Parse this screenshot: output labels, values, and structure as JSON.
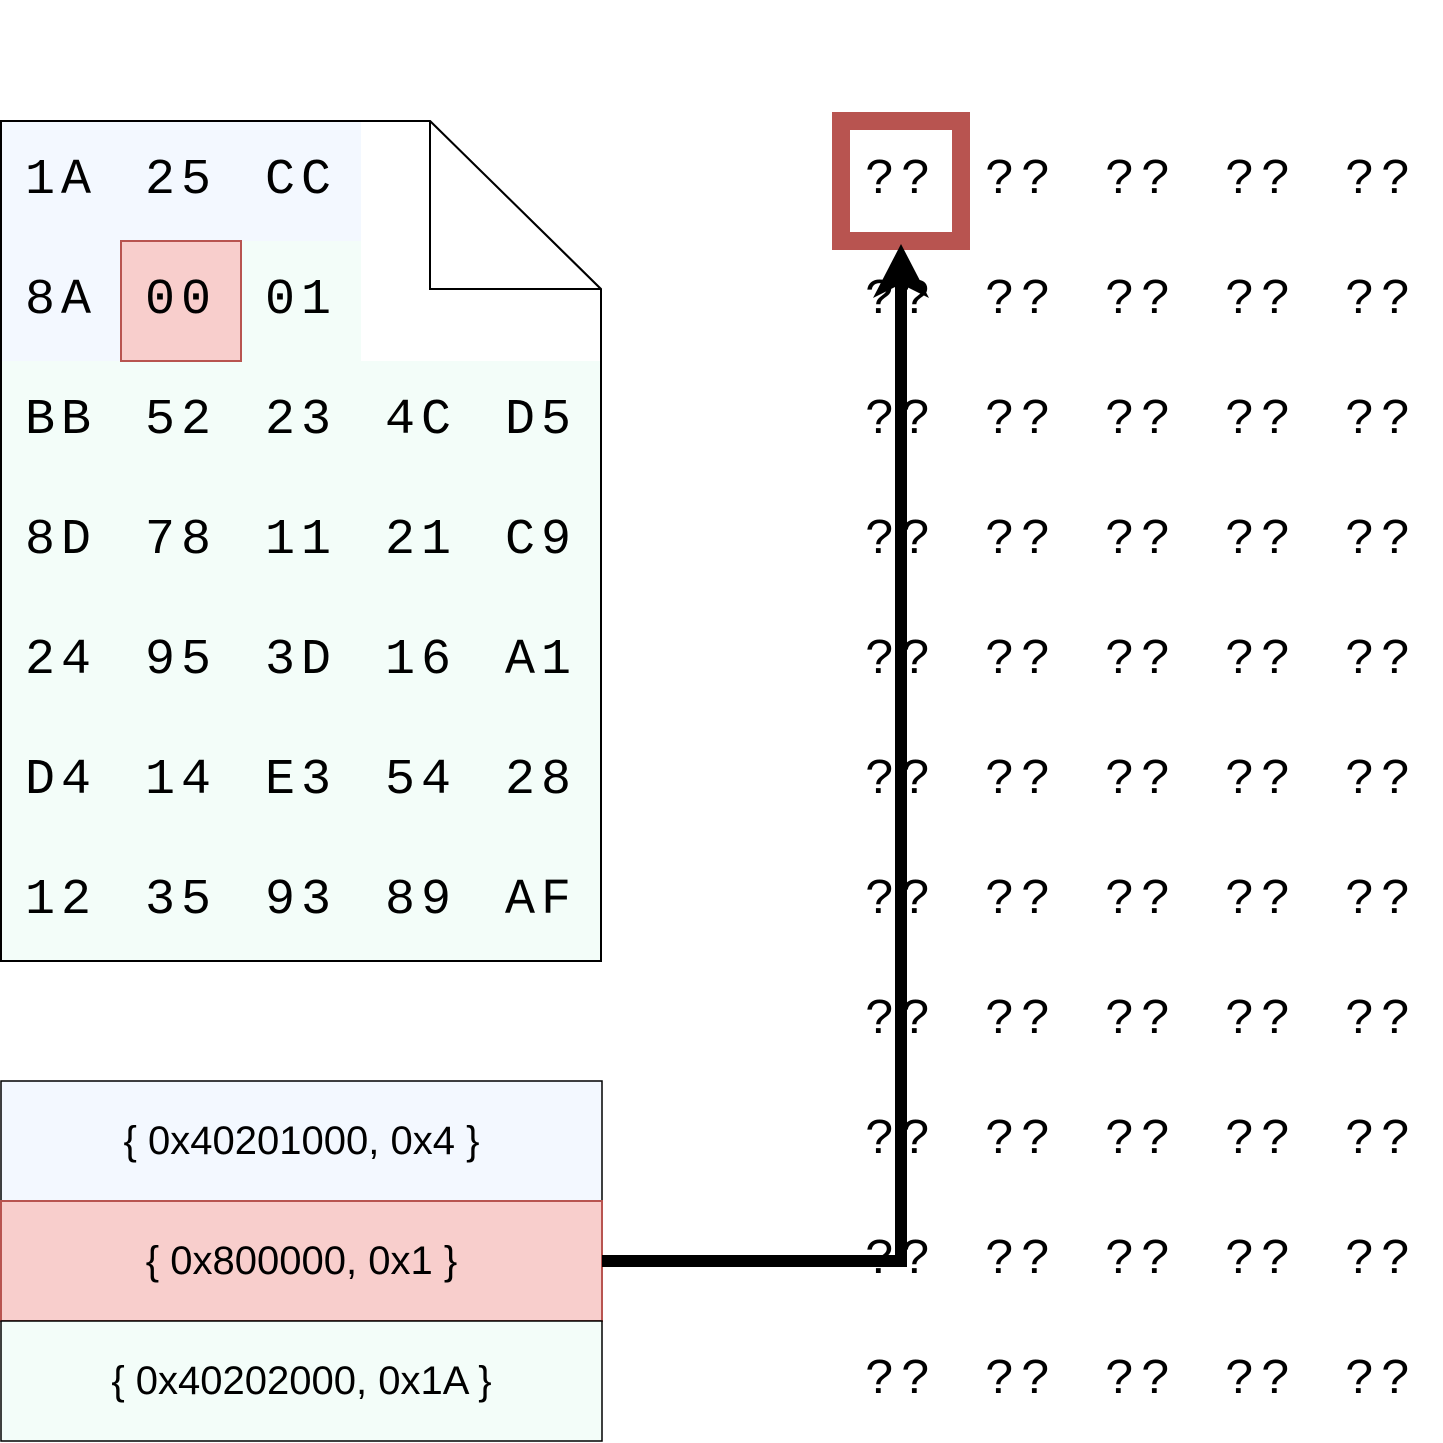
{
  "colors": {
    "header_fill": "#f3f8ff",
    "body_fill": "#f3fdf9",
    "highlight_fill": "#f8cecc",
    "highlight_stroke": "#b85450",
    "arrow": "#000000"
  },
  "file_bytes": [
    [
      "1A",
      "25",
      "CC"
    ],
    [
      "8A",
      "00",
      "01"
    ],
    [
      "BB",
      "52",
      "23",
      "4C",
      "D5"
    ],
    [
      "8D",
      "78",
      "11",
      "21",
      "C9"
    ],
    [
      "24",
      "95",
      "3D",
      "16",
      "A1"
    ],
    [
      "D4",
      "14",
      "E3",
      "54",
      "28"
    ],
    [
      "12",
      "35",
      "93",
      "89",
      "AF"
    ]
  ],
  "highlighted_byte": "00",
  "relocation_entries": [
    {
      "label": "{ 0x40201000, 0x4 }",
      "state": "normal"
    },
    {
      "label": "{ 0x800000, 0x1 }",
      "state": "highlighted"
    },
    {
      "label": "{ 0x40202000, 0x1A }",
      "state": "normal-green"
    }
  ],
  "memory_grid": {
    "unknown_label": "??",
    "rows": 11,
    "cols": 5,
    "highlighted_cell": {
      "row": 0,
      "col": 0
    }
  },
  "arrow": {
    "from": "relocation-entry-1",
    "to": "memory-cell-0-0"
  }
}
